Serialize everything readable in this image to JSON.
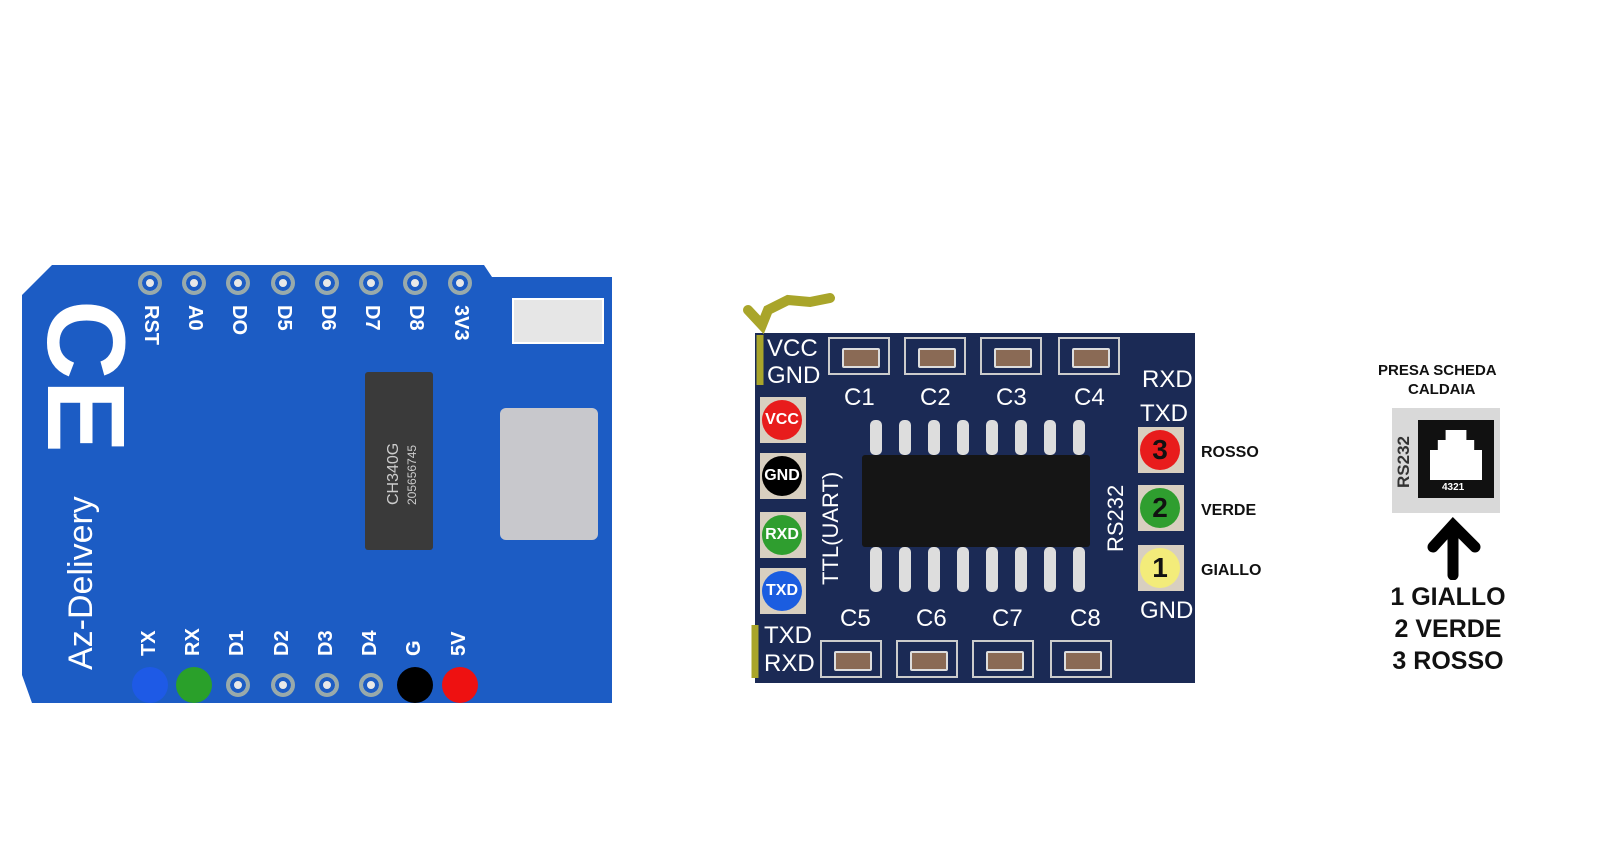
{
  "board1": {
    "brand": "Az-Delivery",
    "ce_mark": "CE",
    "chip": "CH340G",
    "chip_code": "205656745",
    "top_pins": [
      "RST",
      "A0",
      "DO",
      "D5",
      "D6",
      "D7",
      "D8",
      "3V3"
    ],
    "bottom_pins": [
      "TX",
      "RX",
      "D1",
      "D2",
      "D3",
      "D4",
      "G",
      "5V"
    ],
    "pin_colors": {
      "TX": "#1e5ae6",
      "RX": "#2aa02a",
      "G": "#000000",
      "5V": "#ee1111"
    }
  },
  "board2": {
    "left_top": [
      "VCC",
      "GND"
    ],
    "left_bottom": [
      "TXD",
      "RXD"
    ],
    "left_dots": [
      {
        "label": "VCC",
        "color": "#e81c1c"
      },
      {
        "label": "GND",
        "color": "#000000"
      },
      {
        "label": "RXD",
        "color": "#2f9e2f"
      },
      {
        "label": "TXD",
        "color": "#1b5de0"
      }
    ],
    "caps_top": [
      "C1",
      "C2",
      "C3",
      "C4"
    ],
    "caps_bottom": [
      "C5",
      "C6",
      "C7",
      "C8"
    ],
    "ttl_label": "TTL(UART)",
    "rs232_label": "RS232",
    "right_top": [
      "RXD",
      "TXD"
    ],
    "right_bottom": "GND",
    "right_dots": [
      {
        "num": "3",
        "color": "#e81c1c",
        "name": "ROSSO"
      },
      {
        "num": "2",
        "color": "#2f9e2f",
        "name": "VERDE"
      },
      {
        "num": "1",
        "color": "#f3ec7a",
        "name": "GIALLO"
      }
    ]
  },
  "socket": {
    "title_line1": "PRESA SCHEDA",
    "title_line2": "CALDAIA",
    "port_label": "RS232",
    "pin_numbers": "4321",
    "legend": [
      "1 GIALLO",
      "2 VERDE",
      "3 ROSSO"
    ]
  }
}
